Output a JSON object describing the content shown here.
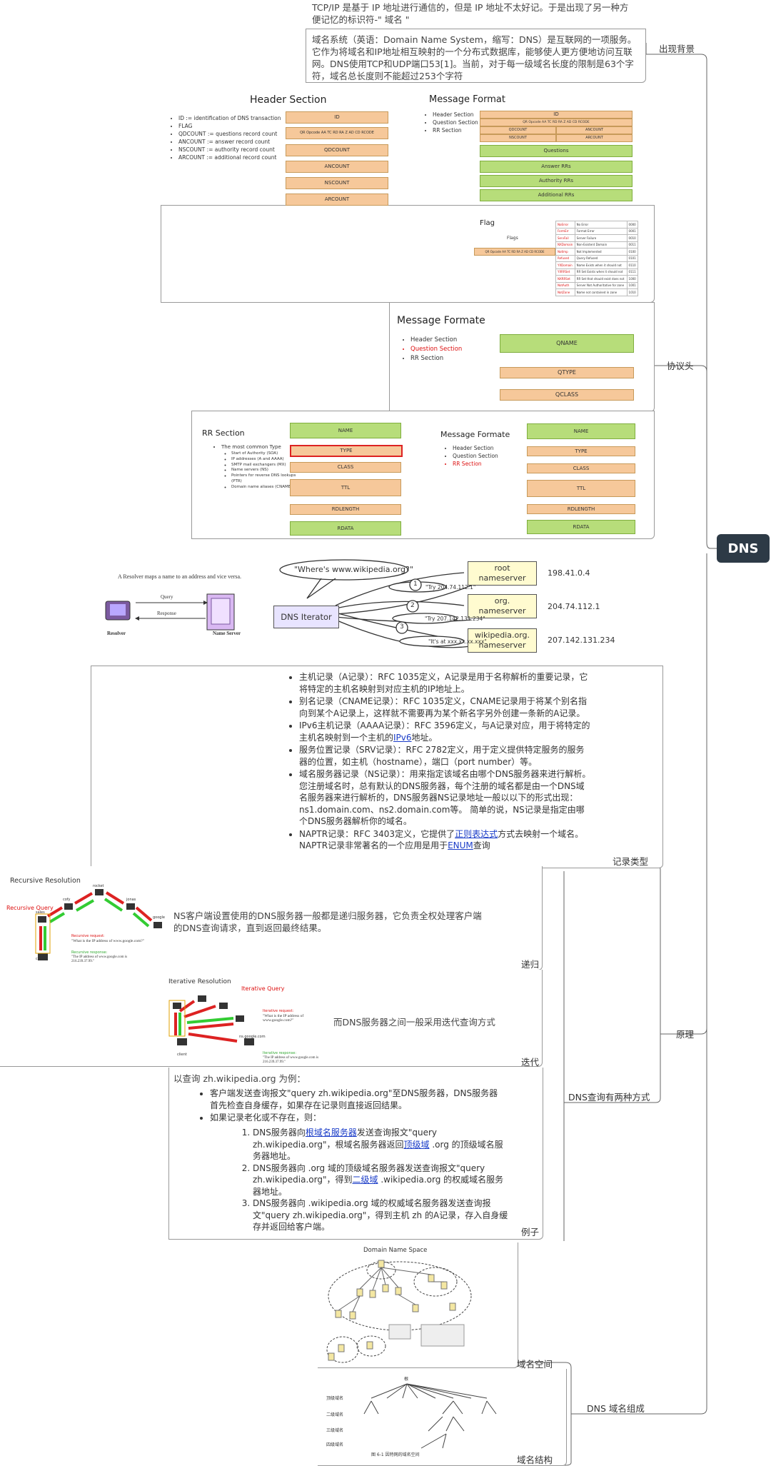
{
  "root": {
    "label": "DNS"
  },
  "branches": {
    "background": "出现背景",
    "protocol_header": "协议头",
    "record_types": "记录类型",
    "principle": "原理",
    "recursive": "递归",
    "iterative": "迭代",
    "two_query_modes": "DNS查询有两种方式",
    "example": "例子",
    "composition": "DNS 域名组成",
    "name_space": "域名空间",
    "name_structure": "域名结构"
  },
  "background": {
    "text1": "TCP/IP 是基于 IP 地址进行通信的，但是 IP 地址不太好记。于是出现了另一种方便记忆的标识符-\" 域名 \"",
    "text2": "域名系统（英语：Domain Name System，缩写：DNS）是互联网的一项服务。它作为将域名和IP地址相互映射的一个分布式数据库，能够使人更方便地访问互联网。DNS使用TCP和UDP端口53[1]。当前，对于每一级域名长度的限制是63个字符，域名总长度则不能超过253个字符"
  },
  "header_section": {
    "title": "Header Section",
    "items": [
      "ID := identification of DNS transaction",
      "FLAG",
      "QDCOUNT := questions record count",
      "ANCOUNT := answer record count",
      "NSCOUNT := authority record count",
      "ARCOUNT := additional record count"
    ],
    "bars": [
      "ID",
      "QR  Opcode  AA TC RD RA  Z  AD CD  RCODE",
      "QDCOUNT",
      "ANCOUNT",
      "NSCOUNT",
      "ARCOUNT"
    ]
  },
  "message_format": {
    "title": "Message Format",
    "items": [
      "Header Section",
      "Question Section",
      "RR Section"
    ],
    "bars": [
      "ID",
      "QR Opcode AA TC RD RA Z AD CD RCODE",
      "QDCOUNT",
      "ANCOUNT",
      "NSCOUNT",
      "ARCOUNT",
      "Questions",
      "Answer RRs",
      "Authority RRs",
      "Additional RRs"
    ]
  },
  "flag": {
    "title": "Flag",
    "sub": "Flags",
    "bar": "QR  Opcode  AA TC RD RA Z AD CD  RCODE",
    "rows": [
      [
        "NoError",
        "No Error",
        "0000"
      ],
      [
        "FormErr",
        "Format Error",
        "0001"
      ],
      [
        "ServFail",
        "Server Failure",
        "0010"
      ],
      [
        "NXDomain",
        "Non-Existent Domain",
        "0011"
      ],
      [
        "NotImp",
        "Not Implemented",
        "0100"
      ],
      [
        "Refused",
        "Query Refused",
        "0101"
      ],
      [
        "YXDomain",
        "Name Exists when it should not",
        "0110"
      ],
      [
        "YXRRSet",
        "RR Set Exists when it should not",
        "0111"
      ],
      [
        "NXRRSet",
        "RR Set that should exist does not",
        "1000"
      ],
      [
        "NotAuth",
        "Server Not Authoritative for zone",
        "1001"
      ],
      [
        "NotZone",
        "Name not contained in zone",
        "1010"
      ]
    ]
  },
  "message_formate_q": {
    "title": "Message Formate",
    "items": [
      "Header Section",
      "Question Section",
      "RR Section"
    ],
    "bars": [
      "QNAME",
      "QTYPE",
      "QCLASS"
    ]
  },
  "rr_section": {
    "title": "RR Section",
    "intro": "The most common Type",
    "types": [
      "Start of Authority (SOA)",
      "IP addresses (A and AAAA)",
      "SMTP mail exchangers (MX)",
      "Name servers (NS)",
      "Pointers for reverse DNS lookups (PTR)",
      "Domain name aliases (CNAME)"
    ],
    "bars": [
      "NAME",
      "TYPE",
      "CLASS",
      "TTL",
      "RDLENGTH",
      "RDATA"
    ]
  },
  "message_formate_rr": {
    "title": "Message Formate",
    "items": [
      "Header Section",
      "Question Section",
      "RR Section"
    ],
    "bars": [
      "NAME",
      "TYPE",
      "CLASS",
      "TTL",
      "RDLENGTH",
      "RDATA"
    ]
  },
  "resolver": {
    "caption": "A Resolver maps a name to an address and vice versa.",
    "query": "Query",
    "response": "Response",
    "resolver_label": "Resolver",
    "server_label": "Name Server"
  },
  "iterator": {
    "bubble": "\"Where's www.wikipedia.org?\"",
    "center": "DNS Iterator",
    "servers": [
      {
        "name": "root\nnameserver",
        "ip": "198.41.0.4",
        "step": "1",
        "reply": "\"Try 204.74.112.1\""
      },
      {
        "name": "org.\nnameserver",
        "ip": "204.74.112.1",
        "step": "2",
        "reply": "\"Try 207.142.131.234\""
      },
      {
        "name": "wikipedia.org.\nnameserver",
        "ip": "207.142.131.234",
        "step": "3",
        "reply": "\"It's at xxx.xx.xx.xxx\""
      }
    ]
  },
  "records": [
    "主机记录（A记录）：RFC 1035定义，A记录是用于名称解析的重要记录，它将特定的主机名映射到对应主机的IP地址上。",
    "别名记录（CNAME记录）：RFC 1035定义，CNAME记录用于将某个别名指向到某个A记录上，这样就不需要再为某个新名字另外创建一条新的A记录。",
    "IPv6主机记录（AAAA记录）：RFC 3596定义，与A记录对应，用于将特定的主机名映射到一个主机的",
    "服务位置记录（SRV记录）：RFC 2782定义，用于定义提供特定服务的服务器的位置，如主机（hostname），端口（port number）等。",
    "域名服务器记录（NS记录）：用来指定该域名由哪个DNS服务器来进行解析。 您注册域名时，总有默认的DNS服务器，每个注册的域名都是由一个DNS域名服务器来进行解析的，DNS服务器NS记录地址一般以以下的形式出现： ns1.domain.com、ns2.domain.com等。 简单的说，NS记录是指定由哪个DNS服务器解析你的域名。",
    "NAPTR记录：RFC 3403定义，它提供了"
  ],
  "record_links": {
    "ipv6": "IPv6",
    "ipv6_tail": "地址。",
    "regex": "正则表达式",
    "naptr_mid": "方式去映射一个域名。NAPTR记录非常著名的一个应用是用于",
    "enum": "ENUM",
    "naptr_tail": "查询"
  },
  "recursive": {
    "title": "Recursive Resolution",
    "query_label": "Recursive Query",
    "hosts": [
      "sales",
      "cofy",
      "rocket",
      "jonas",
      "google"
    ],
    "client": "client",
    "q1": "Recursive request:",
    "q2": "\"What is the IP address of www.google.com?\"",
    "r1": "Recursive response:",
    "r2": "\"The IP address of www.google.com is 216.239.37.99.\"",
    "text": "NS客户端设置使用的DNS服务器一般都是递归服务器，它负责全权处理客户端的DNS查询请求，直到返回最终结果。"
  },
  "iterative": {
    "title": "Iterative  Resolution",
    "query_label": "Iterative Query",
    "client": "client",
    "host": "ns.google.com",
    "q1": "Iterative request:",
    "q2": "\"What is the IP address of www.google.com?\"",
    "r1": "Iterative response:",
    "r2": "\"The IP address of www.google.com is 216.239.37.99.\"",
    "text": "而DNS服务器之间一般采用迭代查询方式"
  },
  "example": {
    "intro": "以查询 zh.wikipedia.org 为例：",
    "b1": "客户端发送查询报文\"query zh.wikipedia.org\"至DNS服务器，DNS服务器首先检查自身缓存，如果存在记录则直接返回结果。",
    "b2": "如果记录老化或不存在，则：",
    "s1a": "DNS服务器向",
    "s1link": "根域名服务器",
    "s1b": "发送查询报文\"query zh.wikipedia.org\"，根域名服务器返回",
    "s1link2": "顶级域",
    "s1c": " .org 的顶级域名服务器地址。",
    "s2a": "DNS服务器向 .org 域的顶级域名服务器发送查询报文\"query zh.wikipedia.org\"，得到",
    "s2link": "二级域",
    "s2b": " .wikipedia.org 的权威域名服务器地址。",
    "s3": "DNS服务器向 .wikipedia.org 域的权威域名服务器发送查询报文\"query zh.wikipedia.org\"，得到主机 zh 的A记录，存入自身缓存并返回给客户端。"
  },
  "namespace": {
    "title": "Domain Name Space"
  },
  "structure": {
    "levels": [
      "顶级域名",
      "二级域名",
      "三级域名",
      "四级域名"
    ],
    "root": "根",
    "caption": "图 6-1  因特网的域名空间"
  }
}
